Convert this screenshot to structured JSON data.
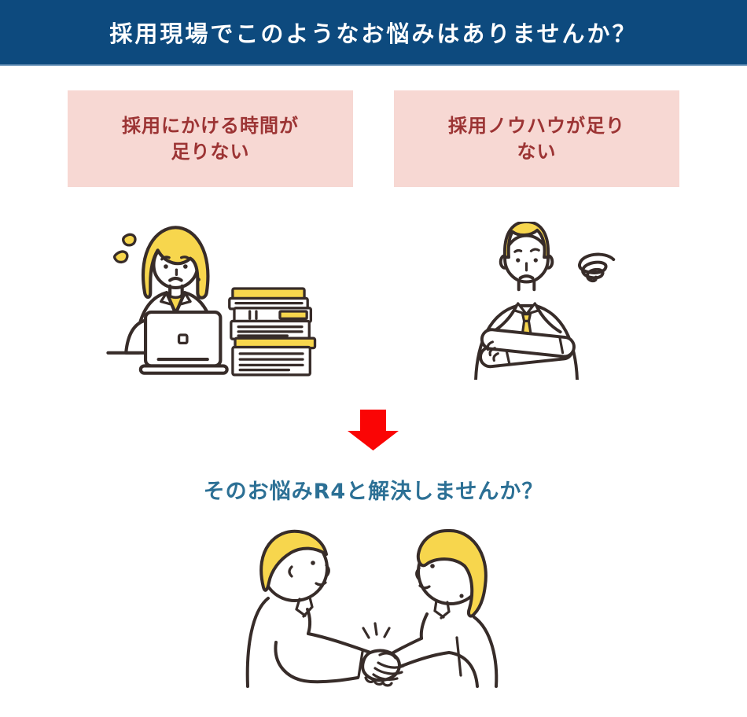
{
  "header": {
    "title": "採用現場でこのようなお悩みはありませんか？"
  },
  "problems": [
    {
      "line1": "採用にかける時間が",
      "line2": "足りない",
      "illustration": "overworked-woman-at-laptop-with-books"
    },
    {
      "line1": "採用ノウハウが足り",
      "line2": "ない",
      "illustration": "confused-man-arms-crossed"
    }
  ],
  "arrow": {
    "direction": "down"
  },
  "solution": {
    "heading": "そのお悩みR4と解決しませんか？",
    "illustration": "two-people-handshake"
  },
  "colors": {
    "header-bg": "#0d4a7e",
    "header-text": "#ffffff",
    "problem-bg": "#f7d8d3",
    "problem-text": "#9c3434",
    "arrow-red": "#fa0505",
    "solution-text": "#2c7095",
    "line": "#372c29",
    "skin-yellow": "#f7d64d"
  }
}
